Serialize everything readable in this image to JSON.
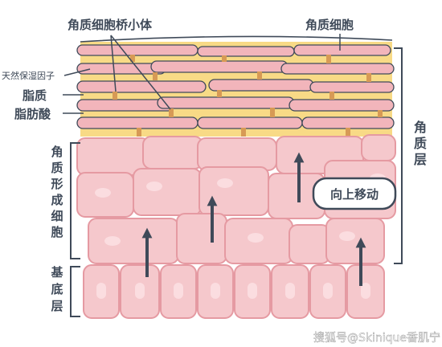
{
  "labels": {
    "corneodesmosome": "角质细胞桥小体",
    "corneocyte": "角质细胞",
    "nmf": "天然保湿因子",
    "lipid": "脂质",
    "fatty_acid": "脂肪酸",
    "stratum_corneum": "角质层",
    "keratinizing_cells": "角质形成细胞",
    "basal_layer": "基底层",
    "move_up": "向上移动"
  },
  "watermark": "搜狐号@Skinique香肌宁",
  "colors": {
    "outline": "#3f4a59",
    "cell_fill": "#f5c8cc",
    "cell_edge": "#e59aa2",
    "lipid_fill": "#f8da86",
    "corneocyte_fill": "#f2b5bb",
    "desmosome": "#d79a55",
    "arrow": "#3f4a59"
  },
  "icons": {
    "arrow": "arrow-up-icon"
  }
}
